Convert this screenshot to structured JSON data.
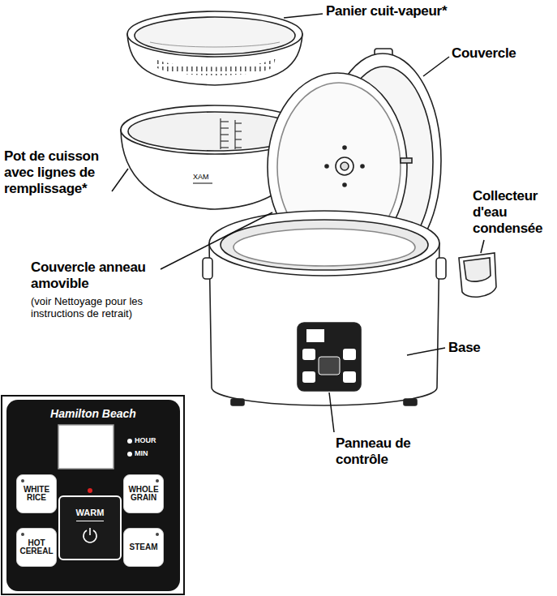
{
  "diagram": {
    "nodes": [
      {
        "text": [
          "Hamilton Beach",
          "HOUR",
          "MIN"
        ]
      },
      {
        "text": [
          "WHITE RICE"
        ],
        "in": 0
      },
      {
        "text": [
          "WHOLE GRAIN"
        ],
        "in": 0
      },
      {
        "text": [
          "WARM"
        ],
        "in": 0
      },
      {
        "text": [
          "HOT CEREAL"
        ],
        "in": 0
      },
      {
        "text": [
          "STEAM"
        ],
        "in": 0
      }
    ],
    "labels": [
      "Panier cuit-vapeur*",
      "Couvercle",
      "Pot de cuisson avec lignes de remplissage*",
      "Couvercle anneau amovible",
      "(voir Nettoyage pour les instructions de retrait)",
      "Collecteur d'eau condensée",
      "Base",
      "Panneau de contrôle",
      "XAM"
    ]
  }
}
